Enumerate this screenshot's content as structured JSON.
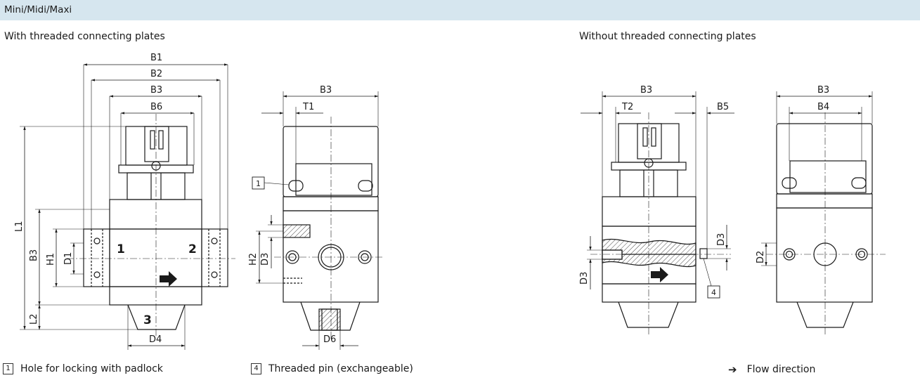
{
  "header": {
    "title": "Mini/Midi/Maxi"
  },
  "sections": {
    "left_title": "With threaded connecting plates",
    "right_title": "Without threaded connecting plates"
  },
  "dimensions": {
    "B1": "B1",
    "B2": "B2",
    "B3": "B3",
    "B4": "B4",
    "B5": "B5",
    "B6": "B6",
    "T1": "T1",
    "T2": "T2",
    "L1": "L1",
    "L2": "L2",
    "H1": "H1",
    "H2": "H2",
    "D1": "D1",
    "D2": "D2",
    "D3": "D3",
    "D4": "D4",
    "D6": "D6"
  },
  "port_labels": {
    "p1": "1",
    "p2": "2",
    "p3": "3"
  },
  "callouts": {
    "c1": "1",
    "c4": "4"
  },
  "legend": {
    "item1": {
      "number": "1",
      "text": "Hole for locking with padlock"
    },
    "item4": {
      "number": "4",
      "text": "Threaded pin (exchangeable)"
    },
    "flow": {
      "symbol": "➔",
      "text": "Flow direction"
    }
  },
  "colors": {
    "header_bg": "#d6e6ef",
    "line": "#1a1a1a"
  }
}
